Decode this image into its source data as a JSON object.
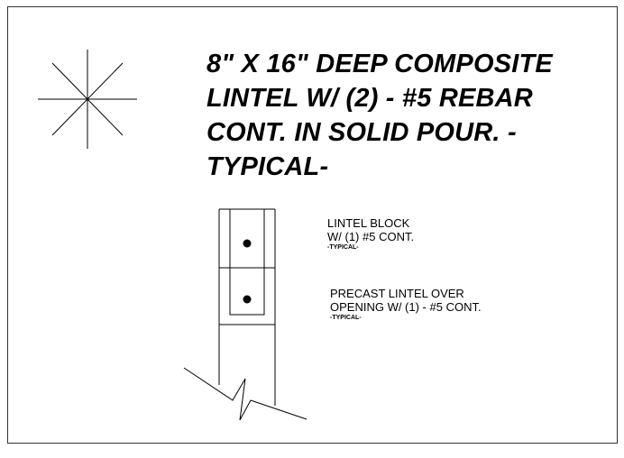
{
  "title_lines": [
    "8\" X 16\" DEEP COMPOSITE",
    "LINTEL W/ (2) - #5 REBAR",
    "CONT. IN SOLID POUR. -",
    "TYPICAL-"
  ],
  "note_lintel_block": {
    "line1": "LINTEL BLOCK",
    "line2": "W/ (1) #5 CONT.",
    "typical": "-TYPICAL-"
  },
  "note_precast": {
    "line1": "PRECAST LINTEL OVER",
    "line2": "OPENING W/ (1) - #5 CONT.",
    "typical": "-TYPICAL-"
  },
  "symbol": {
    "name": "north-arrow-star-icon"
  }
}
